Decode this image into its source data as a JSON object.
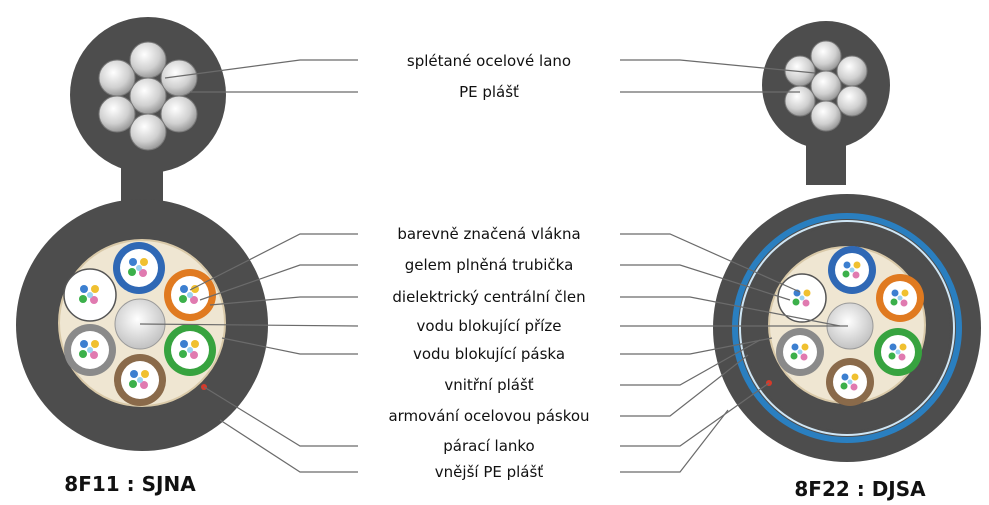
{
  "labels": [
    "splétané ocelové lano",
    "PE plášť",
    "barevně značená vlákna",
    "gelem plněná trubička",
    "dielektrický centrální člen",
    "vodu blokující příze",
    "vodu blokující páska",
    "vnitřní plášť",
    "armování ocelovou páskou",
    "párací lanko",
    "vnější PE plášť"
  ],
  "cables": [
    {
      "caption": "8F11 : SJNA"
    },
    {
      "caption": "8F22 : DJSA"
    }
  ],
  "colors": {
    "jacket": "#4d4d4d",
    "strand": "#c9c9c9",
    "blue_tube": "#2f68b5",
    "orange_tube": "#e07a20",
    "green_tube": "#37a33f",
    "brown_tube": "#8a6a4a",
    "grey_tube": "#8a8a8a",
    "white_tube": "#ffffff",
    "tape": "#efe6d2",
    "armor_blue": "#2a7fc0"
  }
}
